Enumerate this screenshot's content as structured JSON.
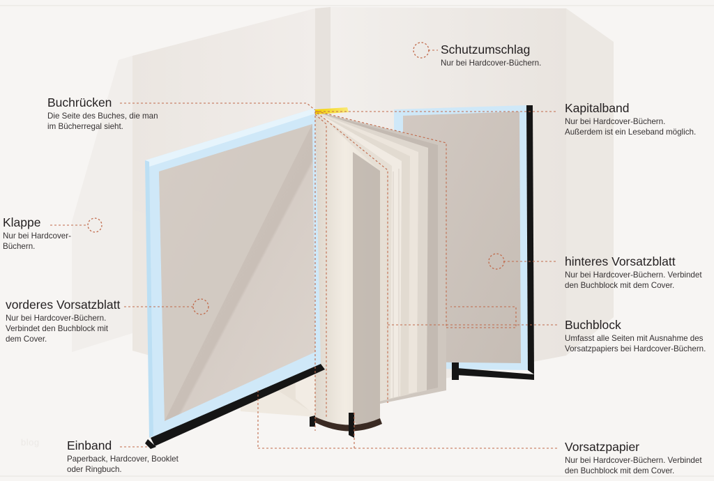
{
  "figure": {
    "type": "exploded-diagram",
    "subject": "Aufbau eines Buches",
    "language": "de",
    "watermark": "blog",
    "palette": {
      "background": "#f7f5f3",
      "dust_jacket": "#f0ece8",
      "dust_jacket_shade": "#e6e1dc",
      "cover_board": "#c7e4f5",
      "cover_board_light": "#dcf0fb",
      "inside_cover": "#cdc4bd",
      "inside_cover_dark": "#b9b0a9",
      "paper": "#efe9e1",
      "paper_shadow": "#b6aca3",
      "edge_black": "#1a1a1a",
      "headband_yellow": "#f5d800",
      "leader_line": "#c0694a",
      "text": "#231f20"
    }
  },
  "callouts": [
    {
      "id": "schutzumschlag",
      "title": "Schutzumschlag",
      "desc": "Nur bei Hardcover-Büchern.",
      "marker": "dashed-circle",
      "side": "right"
    },
    {
      "id": "buchruecken",
      "title": "Buchrücken",
      "desc": "Die Seite des Buches, die man im Bücherregal sieht.",
      "desc_lines": [
        "Die Seite des Buches, die man",
        "im Bücherregal sieht."
      ],
      "marker": "leader-line",
      "side": "left"
    },
    {
      "id": "kapitalband",
      "title": "Kapitalband",
      "desc": "Nur bei Hardcover-Büchern. Außerdem ist ein Leseband möglich.",
      "desc_lines": [
        "Nur bei Hardcover-Büchern.",
        "Außerdem ist ein Leseband möglich."
      ],
      "marker": "leader-line",
      "side": "right"
    },
    {
      "id": "klappe",
      "title": "Klappe",
      "desc": "Nur bei Hardcover-Büchern.",
      "desc_lines": [
        "Nur bei Hardcover-",
        "Büchern."
      ],
      "marker": "dashed-circle",
      "side": "left"
    },
    {
      "id": "hinteres-vorsatzblatt",
      "title": "hinteres Vorsatzblatt",
      "desc": "Nur bei Hardcover-Büchern. Verbindet den Buchblock mit dem Cover.",
      "desc_lines": [
        "Nur bei Hardcover-Büchern. Verbindet",
        "den Buchblock mit dem Cover."
      ],
      "marker": "dashed-circle",
      "side": "right"
    },
    {
      "id": "vorderes-vorsatzblatt",
      "title": "vorderes Vorsatzblatt",
      "desc": "Nur bei Hardcover-Büchern. Verbindet den Buchblock mit dem Cover.",
      "desc_lines": [
        "Nur bei Hardcover-Büchern.",
        "Verbindet den Buchblock mit",
        "dem Cover."
      ],
      "marker": "dashed-circle",
      "side": "left"
    },
    {
      "id": "buchblock",
      "title": "Buchblock",
      "desc": "Umfasst alle Seiten mit Ausnahme des Vorsatzpapiers bei Hardcover-Büchern.",
      "desc_lines": [
        "Umfasst alle Seiten mit Ausnahme des",
        "Vorsatzpapiers bei Hardcover-Büchern."
      ],
      "marker": "leader-line",
      "side": "right"
    },
    {
      "id": "einband",
      "title": "Einband",
      "desc": "Paperback, Hardcover, Booklet oder Ringbuch.",
      "desc_lines": [
        "Paperback, Hardcover, Booklet",
        "oder Ringbuch."
      ],
      "marker": "leader-line",
      "side": "left"
    },
    {
      "id": "vorsatzpapier",
      "title": "Vorsatzpapier",
      "desc": "Nur bei Hardcover-Büchern. Verbindet den Buchblock mit dem Cover.",
      "desc_lines": [
        "Nur bei Hardcover-Büchern. Verbindet",
        "den Buchblock mit dem Cover."
      ],
      "marker": "leader-line",
      "side": "right"
    }
  ]
}
